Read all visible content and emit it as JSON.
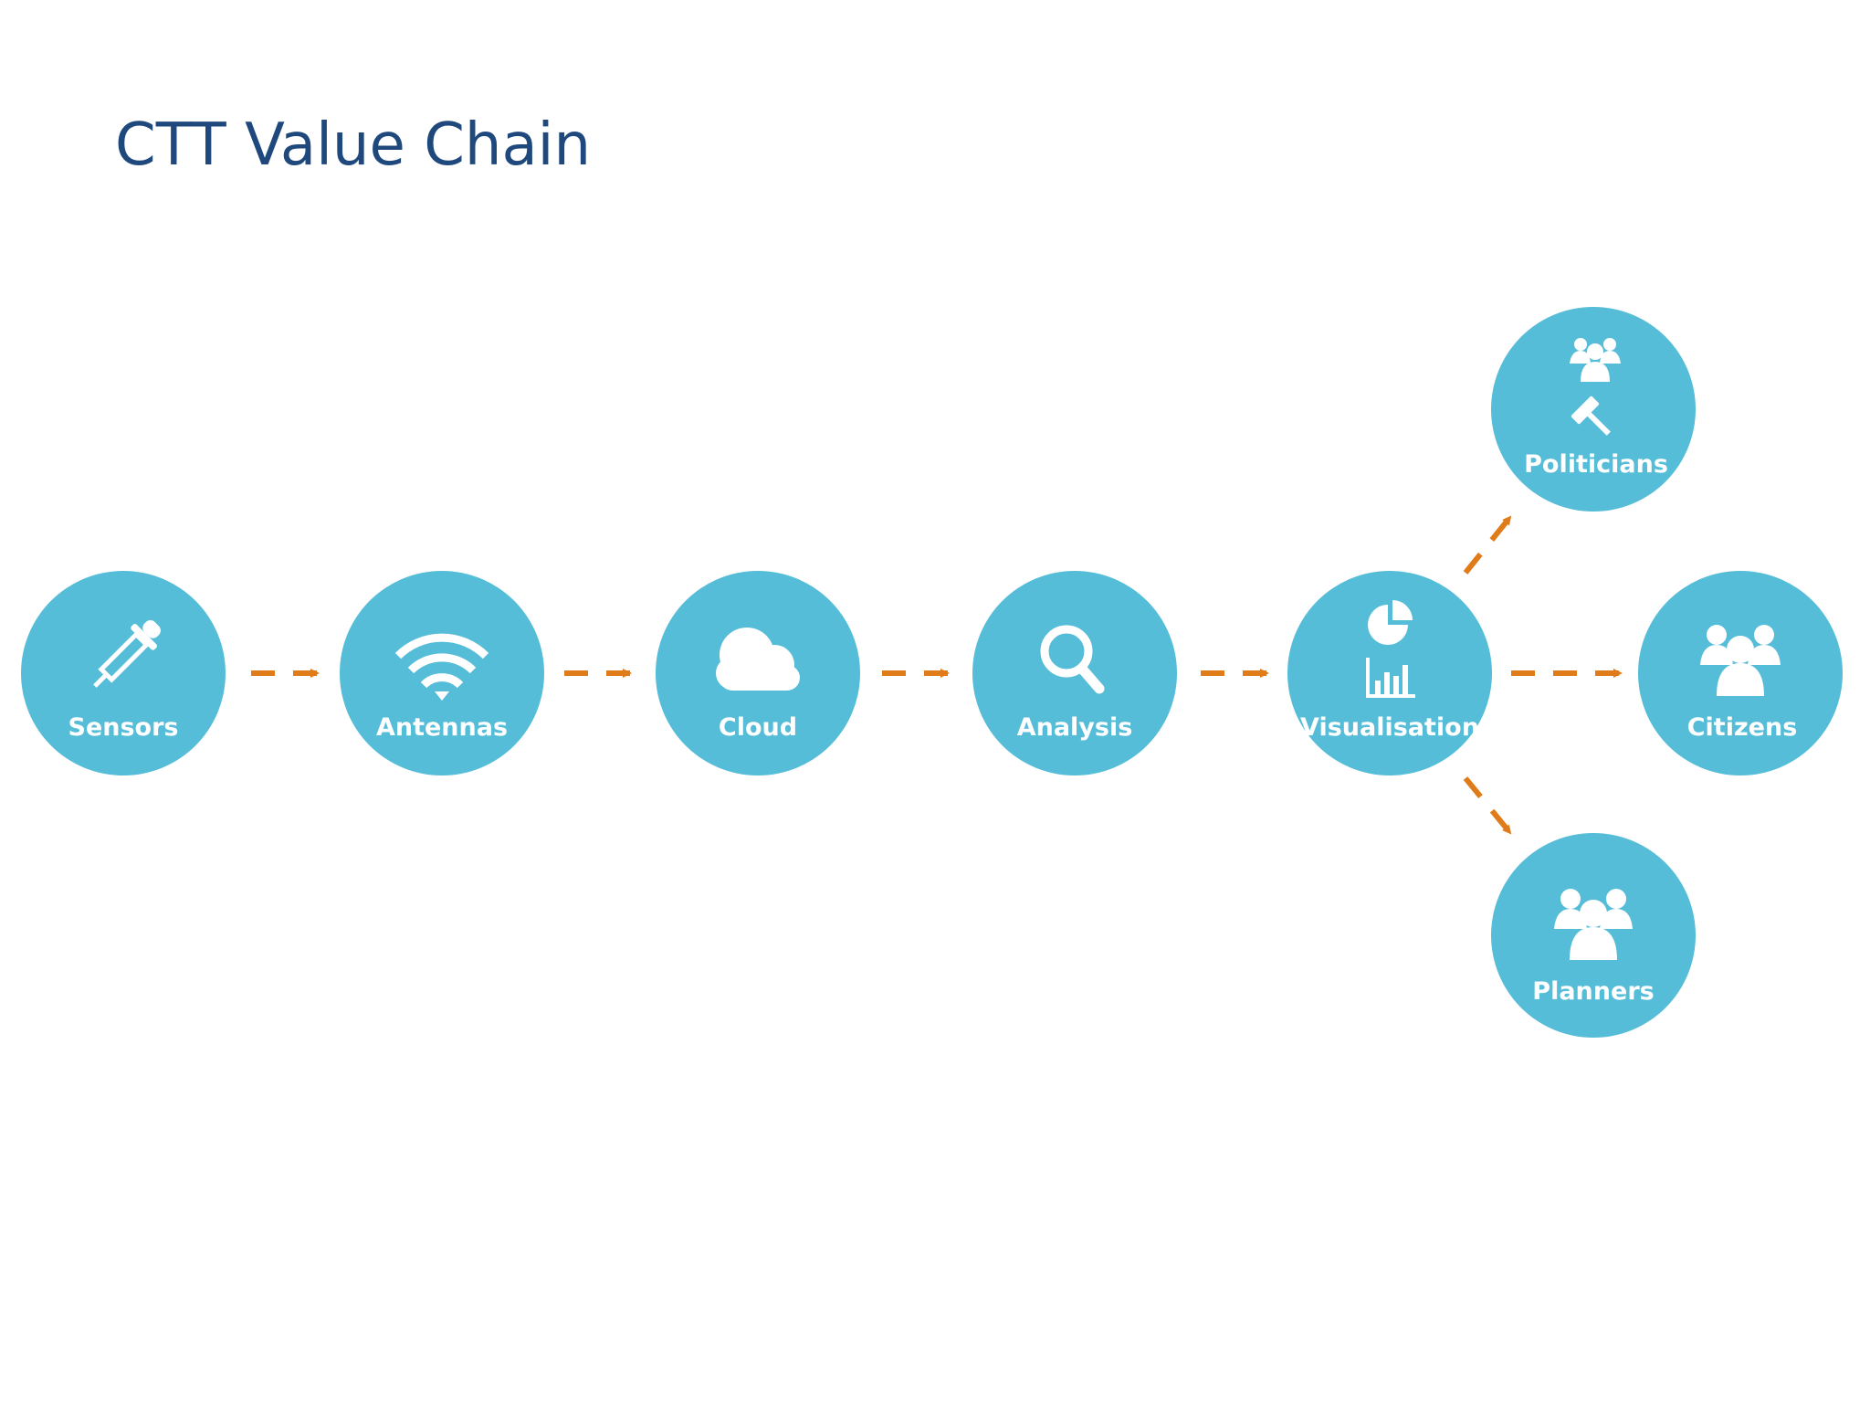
{
  "slide": {
    "title": "CTT Value Chain"
  },
  "colors": {
    "title": "#1f497d",
    "node_fill": "#56bdd8",
    "arrow": "#e07b1a",
    "icon": "#ffffff",
    "background": "#ffffff"
  },
  "nodes": [
    {
      "id": "sensors",
      "label": "Sensors",
      "icon": "eyedropper-icon"
    },
    {
      "id": "antennas",
      "label": "Antennas",
      "icon": "wifi-icon"
    },
    {
      "id": "cloud",
      "label": "Cloud",
      "icon": "cloud-icon"
    },
    {
      "id": "analysis",
      "label": "Analysis",
      "icon": "magnifier-icon"
    },
    {
      "id": "visualisation",
      "label": "Visualisation",
      "icon": "pie-bar-chart-icon"
    },
    {
      "id": "politicians",
      "label": "Politicians",
      "icon": "group-gavel-icon"
    },
    {
      "id": "citizens",
      "label": "Citizens",
      "icon": "group-icon"
    },
    {
      "id": "planners",
      "label": "Planners",
      "icon": "group-icon"
    }
  ],
  "connections": [
    {
      "from": "sensors",
      "to": "antennas"
    },
    {
      "from": "antennas",
      "to": "cloud"
    },
    {
      "from": "cloud",
      "to": "analysis"
    },
    {
      "from": "analysis",
      "to": "visualisation"
    },
    {
      "from": "visualisation",
      "to": "politicians"
    },
    {
      "from": "visualisation",
      "to": "citizens"
    },
    {
      "from": "visualisation",
      "to": "planners"
    }
  ]
}
